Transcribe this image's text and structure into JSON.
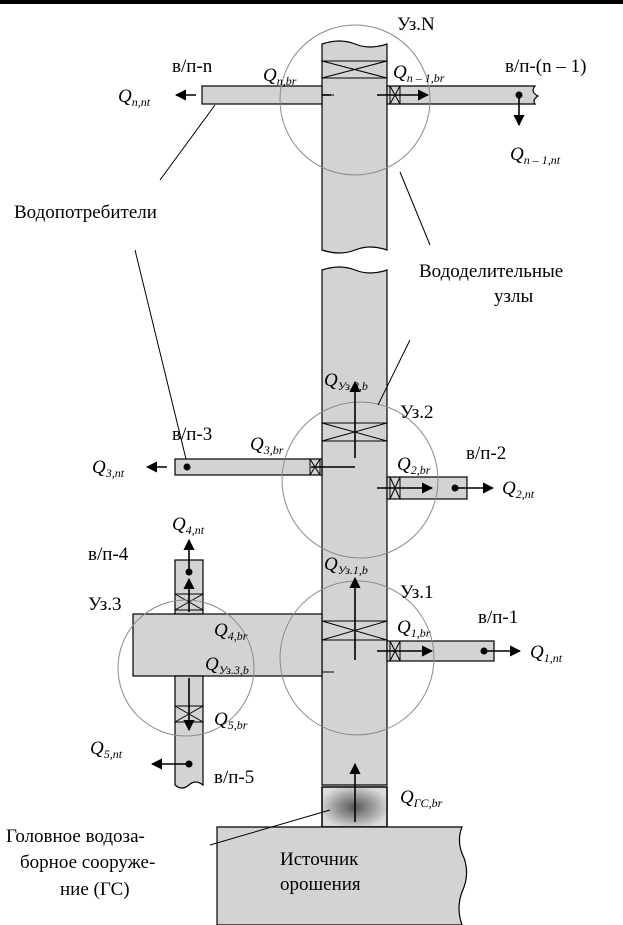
{
  "nodes": {
    "node_n": "Уз.N",
    "node_2": "Уз.2",
    "node_1": "Уз.1",
    "node_3": "Уз.3"
  },
  "consumers": {
    "vp_n": "в/п-n",
    "vp_n1": "в/п-(n – 1)",
    "vp_3": "в/п-3",
    "vp_2": "в/п-2",
    "vp_4": "в/п-4",
    "vp_1": "в/п-1",
    "vp_5": "в/п-5"
  },
  "flows": {
    "q_n_nt": {
      "main": "Q",
      "sub": "n,nt"
    },
    "q_n_br": {
      "main": "Q",
      "sub": "n,br"
    },
    "q_n1_br": {
      "main": "Q",
      "sub": "n – 1,br"
    },
    "q_n1_nt": {
      "main": "Q",
      "sub": "n – 1,nt"
    },
    "q_uz2_b": {
      "main": "Q",
      "sub": "Уз.2,b"
    },
    "q_3_br": {
      "main": "Q",
      "sub": "3,br"
    },
    "q_3_nt": {
      "main": "Q",
      "sub": "3,nt"
    },
    "q_2_br": {
      "main": "Q",
      "sub": "2,br"
    },
    "q_2_nt": {
      "main": "Q",
      "sub": "2,nt"
    },
    "q_4_nt": {
      "main": "Q",
      "sub": "4,nt"
    },
    "q_uz1_b": {
      "main": "Q",
      "sub": "Уз.1,b"
    },
    "q_4_br": {
      "main": "Q",
      "sub": "4,br"
    },
    "q_1_br": {
      "main": "Q",
      "sub": "1,br"
    },
    "q_1_nt": {
      "main": "Q",
      "sub": "1,nt"
    },
    "q_uz3_b": {
      "main": "Q",
      "sub": "Уз.3,b"
    },
    "q_5_br": {
      "main": "Q",
      "sub": "5,br"
    },
    "q_5_nt": {
      "main": "Q",
      "sub": "5,nt"
    },
    "q_gs_br": {
      "main": "Q",
      "sub": "ГС,br"
    }
  },
  "labels": {
    "consumers_label": "Водопотребители",
    "nodes_label_line1": "Вододелительные",
    "nodes_label_line2": "узлы",
    "headworks_line1": "Головное водоза-",
    "headworks_line2": "борное сооруже-",
    "headworks_line3": "ние (ГС)",
    "source_line1": "Источник",
    "source_line2": "орошения"
  }
}
